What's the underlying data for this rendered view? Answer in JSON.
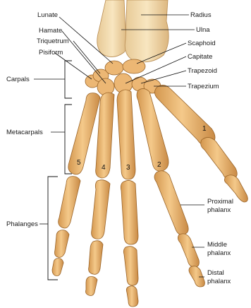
{
  "labels": {
    "lunate": "Lunate",
    "hamate": "Hamate",
    "triquetrum": "Triquetrum",
    "pisiform": "Pisiform",
    "radius": "Radius",
    "ulna": "Ulna",
    "scaphoid": "Scaphoid",
    "capitate": "Capitate",
    "trapezoid": "Trapezoid",
    "trapezium": "Trapezium",
    "carpals": "Carpals",
    "metacarpals": "Metacarpals",
    "phalanges": "Phalanges",
    "proximal_phalanx": [
      "Proximal",
      "phalanx"
    ],
    "middle_phalanx": [
      "Middle",
      "phalanx"
    ],
    "distal_phalanx": [
      "Distal",
      "phalanx"
    ]
  },
  "digit_numbers": [
    "1",
    "2",
    "3",
    "4",
    "5"
  ],
  "colors": {
    "bone": "#ecb774",
    "bone_shadow": "#c98a45",
    "bone_outline": "#9a6428",
    "bone_highlight": "#f8d9a6",
    "forearm_bone": "#f3dcae",
    "leader_lines": "#111111",
    "background": "#ffffff"
  }
}
